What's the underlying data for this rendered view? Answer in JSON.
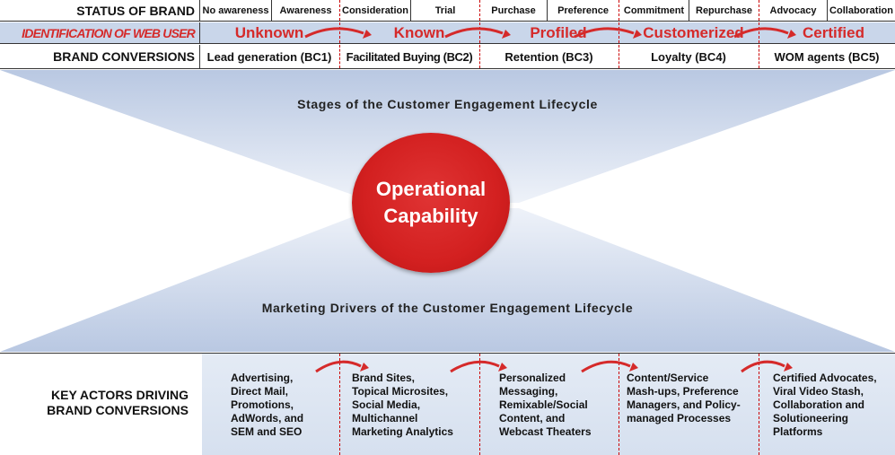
{
  "status_row": {
    "label": "STATUS OF BRAND",
    "cells": [
      "No awareness",
      "Awareness",
      "Consideration",
      "Trial",
      "Purchase",
      "Preference",
      "Commitment",
      "Repurchase",
      "Advocacy",
      "Collaboration"
    ]
  },
  "ident_row": {
    "label": "IDENTIFICATION OF WEB USER",
    "stages": [
      "Unknown",
      "Known",
      "Profiled",
      "Customerized",
      "Certified"
    ]
  },
  "conversions_row": {
    "label": "BRAND CONVERSIONS",
    "cells": [
      "Lead generation (BC1)",
      "Facilitated Buying (BC2)",
      "Retention (BC3)",
      "Loyalty (BC4)",
      "WOM agents (BC5)"
    ]
  },
  "middle": {
    "top_title": "Stages of the Customer Engagement Lifecycle",
    "center_line1": "Operational",
    "center_line2": "Capability",
    "bottom_title": "Marketing Drivers of the Customer Engagement Lifecycle"
  },
  "actors": {
    "label": "KEY ACTORS DRIVING\nBRAND CONVERSIONS",
    "items": [
      "Advertising,\nDirect Mail,\nPromotions,\nAdWords, and\nSEM and SEO",
      "Brand Sites,\nTopical Microsites,\nSocial Media,\nMultichannel\n Marketing Analytics",
      "Personalized\nMessaging,\nRemixable/Social\nContent, and\nWebcast Theaters",
      "Content/Service\nMash-ups, Preference\nManagers, and Policy-\nmanaged Processes",
      "Certified Advocates,\nViral Video Stash,\nCollaboration and\nSolutioneering\nPlatforms"
    ]
  },
  "colors": {
    "accent_red": "#d52a2a",
    "band_blue": "#c9d6ea",
    "circle_red": "#d32020"
  }
}
